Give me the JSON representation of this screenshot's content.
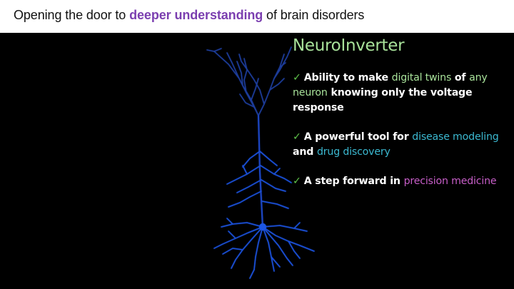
{
  "header": {
    "title_prefix": "Opening the door to ",
    "title_accent": "deeper understanding",
    "title_suffix": " of brain disorders",
    "accent_color": "#7b3fb0"
  },
  "slide": {
    "product_title": "NeuroInverter",
    "product_title_color": "#a8e29a",
    "check_glyph": "✓",
    "bullets": [
      {
        "parts": [
          {
            "text": "Ability to make ",
            "style": "plain"
          },
          {
            "text": "digital twins",
            "style": "green"
          },
          {
            "text": " of ",
            "style": "plain"
          },
          {
            "text": "any neuron",
            "style": "green"
          },
          {
            "text": " knowing only the voltage response",
            "style": "plain"
          }
        ],
        "p0": "Ability to make ",
        "p1": "digital twins",
        "p2": " of ",
        "p3": "any neuron",
        "p4": " knowing only the voltage response"
      },
      {
        "p0": "A powerful tool for ",
        "p1": "disease modeling",
        "p2": " and ",
        "p3": "drug discovery"
      },
      {
        "p0": "A step forward in ",
        "p1": "precision medicine"
      }
    ],
    "colors": {
      "check": "#5fc24a",
      "green_highlight": "#a8e29a",
      "cyan_highlight": "#3bb8d0",
      "pink_highlight": "#c75ec8",
      "neuron": "#1a4fd6",
      "background": "#000000"
    },
    "image": {
      "icon": "neuron-illustration",
      "description": "blue pyramidal neuron on black background"
    }
  }
}
